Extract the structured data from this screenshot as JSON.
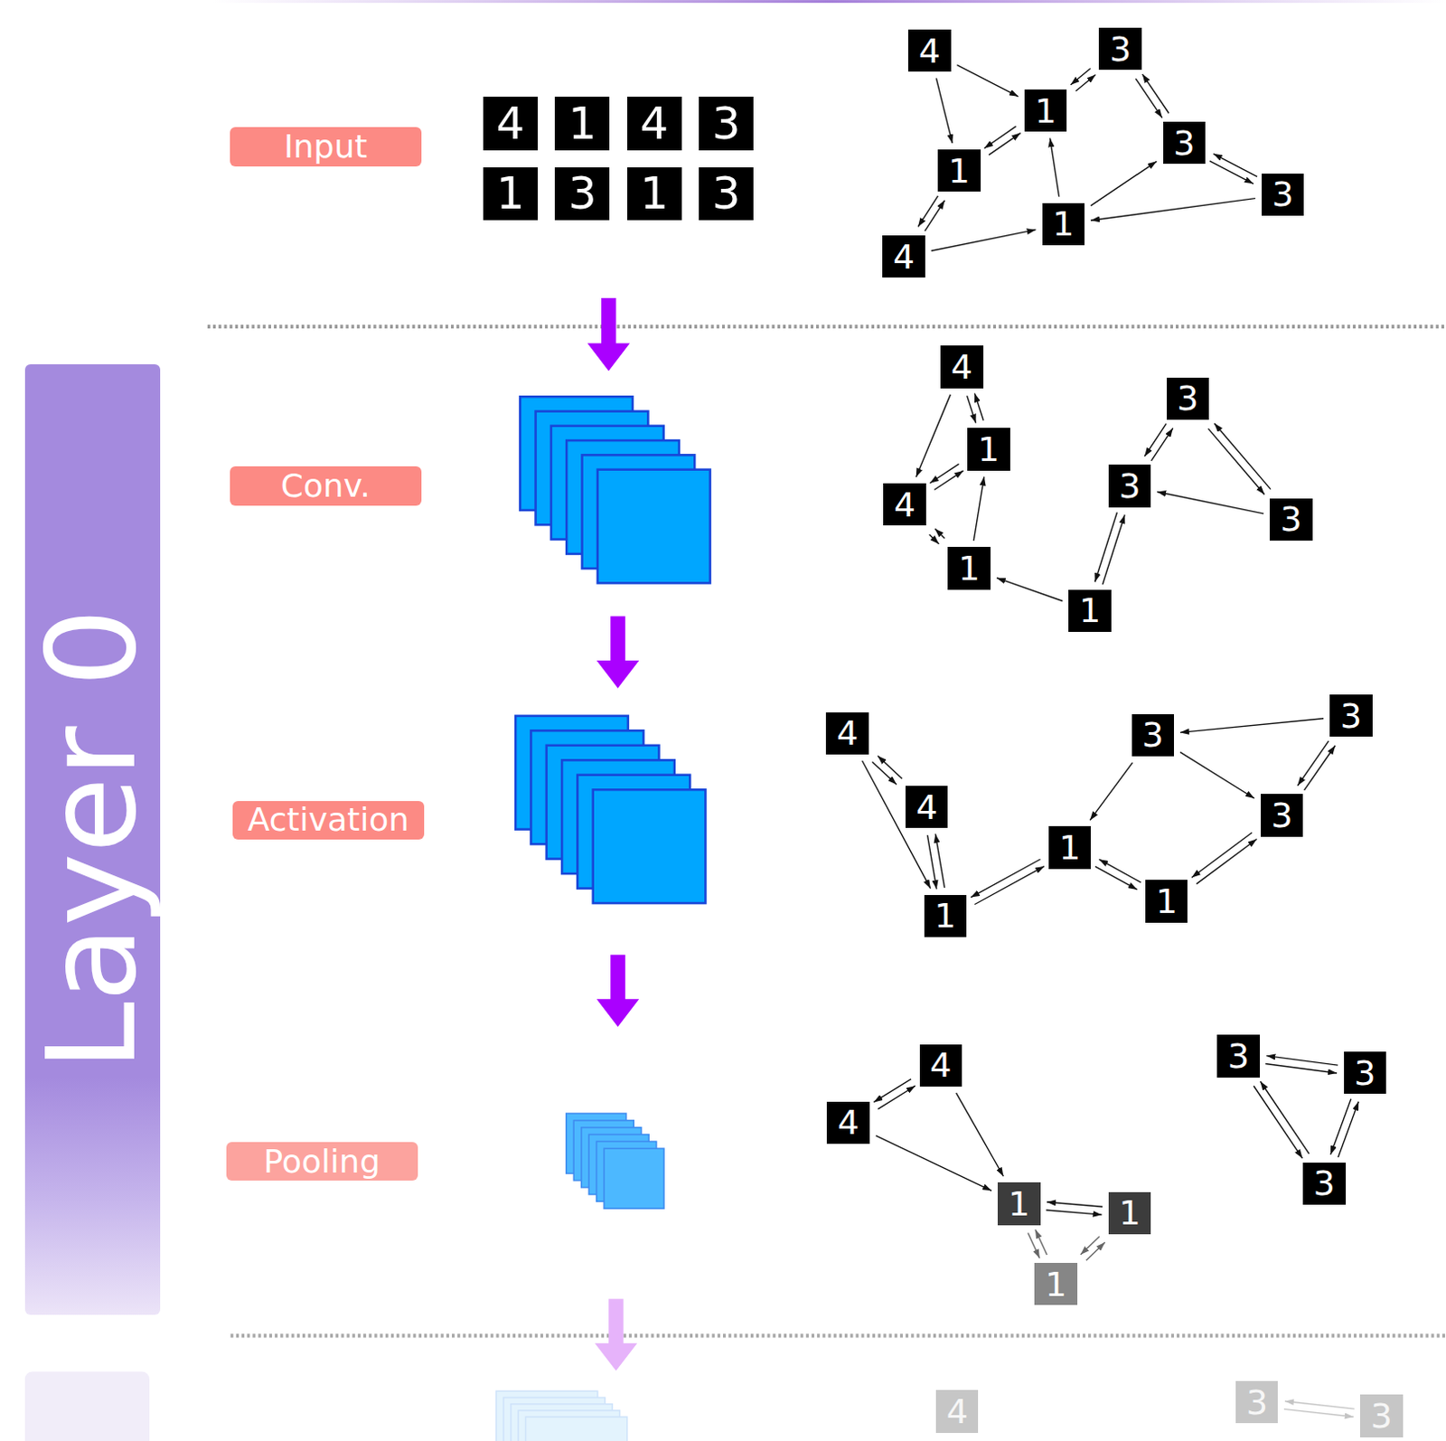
{
  "diagram": {
    "nodes": [
      {
        "text": [
          "Input"
        ]
      },
      {
        "text": [
          "4"
        ]
      },
      {
        "text": [
          "1"
        ]
      },
      {
        "text": [
          "4"
        ]
      },
      {
        "text": [
          "3"
        ]
      },
      {
        "text": [
          "1"
        ]
      },
      {
        "text": [
          "3"
        ]
      },
      {
        "text": [
          "1"
        ]
      },
      {
        "text": [
          "3"
        ]
      },
      {
        "text": [
          "4"
        ]
      },
      {
        "text": [
          "3"
        ]
      },
      {
        "text": [
          "1"
        ]
      },
      {
        "text": [
          "3"
        ]
      },
      {
        "text": [
          "1"
        ]
      },
      {
        "text": [
          "3"
        ]
      },
      {
        "text": [
          "1"
        ]
      },
      {
        "text": [
          "4"
        ]
      },
      {
        "text": [
          "Layer 0"
        ]
      },
      {
        "text": [
          "Conv."
        ]
      },
      {
        "text": [
          "4"
        ]
      },
      {
        "text": [
          "3"
        ]
      },
      {
        "text": [
          "1"
        ]
      },
      {
        "text": [
          "3"
        ]
      },
      {
        "text": [
          "4"
        ]
      },
      {
        "text": [
          "3"
        ]
      },
      {
        "text": [
          "1"
        ]
      },
      {
        "text": [
          "1"
        ]
      },
      {
        "text": [
          "Activation"
        ]
      },
      {
        "text": [
          "4"
        ]
      },
      {
        "text": [
          "3"
        ]
      },
      {
        "text": [
          "3"
        ]
      },
      {
        "text": [
          "4"
        ]
      },
      {
        "text": [
          "3"
        ]
      },
      {
        "text": [
          "1"
        ]
      },
      {
        "text": [
          "1"
        ]
      },
      {
        "text": [
          "1"
        ]
      },
      {
        "text": [
          "Pooling"
        ]
      },
      {
        "text": [
          "4"
        ]
      },
      {
        "text": [
          "3"
        ]
      },
      {
        "text": [
          "3"
        ]
      },
      {
        "text": [
          "4"
        ]
      },
      {
        "text": [
          "3"
        ]
      },
      {
        "text": [
          "1"
        ]
      },
      {
        "text": [
          "1"
        ]
      },
      {
        "text": [
          "1"
        ]
      },
      {
        "text": [
          "4"
        ]
      },
      {
        "text": [
          "3"
        ]
      },
      {
        "text": [
          "3"
        ]
      }
    ],
    "edges": [
      {
        "from": 9,
        "to": 11,
        "arrow": "to"
      },
      {
        "from": 9,
        "to": 13,
        "arrow": "to"
      },
      {
        "from": 11,
        "to": 10,
        "arrow": "both"
      },
      {
        "from": 10,
        "to": 12,
        "arrow": "both"
      },
      {
        "from": 11,
        "to": 13,
        "arrow": "both"
      },
      {
        "from": 12,
        "to": 14,
        "arrow": "both"
      },
      {
        "from": 13,
        "to": 16,
        "arrow": "both"
      },
      {
        "from": 16,
        "to": 15,
        "arrow": "to"
      },
      {
        "from": 15,
        "to": 11,
        "arrow": "to"
      },
      {
        "from": 15,
        "to": 12,
        "arrow": "to"
      },
      {
        "from": 14,
        "to": 15,
        "arrow": "to"
      },
      {
        "from": 19,
        "to": 21,
        "arrow": "both"
      },
      {
        "from": 19,
        "to": 23,
        "arrow": "to"
      },
      {
        "from": 21,
        "to": 23,
        "arrow": "both"
      },
      {
        "from": 23,
        "to": 25,
        "arrow": "both"
      },
      {
        "from": 25,
        "to": 21,
        "arrow": "to"
      },
      {
        "from": 26,
        "to": 25,
        "arrow": "to"
      },
      {
        "from": 26,
        "to": 22,
        "arrow": "both"
      },
      {
        "from": 22,
        "to": 20,
        "arrow": "both"
      },
      {
        "from": 24,
        "to": 22,
        "arrow": "to"
      },
      {
        "from": 20,
        "to": 24,
        "arrow": "both"
      },
      {
        "from": 28,
        "to": 31,
        "arrow": "both"
      },
      {
        "from": 28,
        "to": 34,
        "arrow": "to"
      },
      {
        "from": 29,
        "to": 30,
        "arrow": "to"
      },
      {
        "from": 29,
        "to": 32,
        "arrow": "both"
      },
      {
        "from": 30,
        "to": 32,
        "arrow": "to"
      },
      {
        "from": 30,
        "to": 33,
        "arrow": "to"
      },
      {
        "from": 31,
        "to": 34,
        "arrow": "both"
      },
      {
        "from": 34,
        "to": 33,
        "arrow": "both"
      },
      {
        "from": 33,
        "to": 35,
        "arrow": "both"
      },
      {
        "from": 35,
        "to": 32,
        "arrow": "both"
      },
      {
        "from": 37,
        "to": 40,
        "arrow": "both"
      },
      {
        "from": 37,
        "to": 42,
        "arrow": "to"
      },
      {
        "from": 40,
        "to": 42,
        "arrow": "to"
      },
      {
        "from": 38,
        "to": 39,
        "arrow": "both"
      },
      {
        "from": 38,
        "to": 41,
        "arrow": "both"
      },
      {
        "from": 39,
        "to": 41,
        "arrow": "both"
      },
      {
        "from": 42,
        "to": 43,
        "arrow": "both"
      },
      {
        "from": 42,
        "to": 44,
        "arrow": "both"
      },
      {
        "from": 44,
        "to": 43,
        "arrow": "both"
      },
      {
        "from": 46,
        "to": 47,
        "arrow": "both"
      }
    ]
  }
}
